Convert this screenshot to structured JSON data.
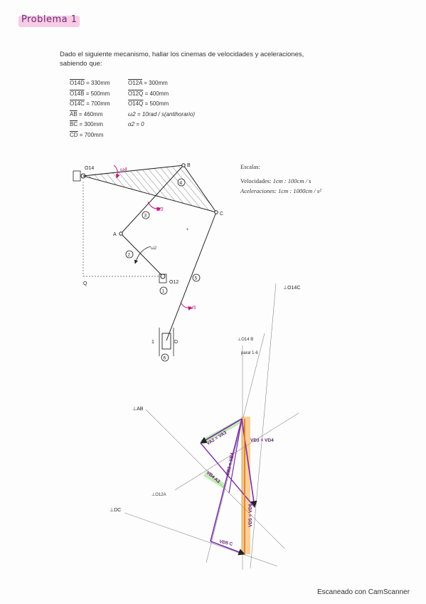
{
  "title": "Problema 1",
  "intro": "Dado el siguiente mecanismo, hallar los cinemas de velocidades y aceleraciones, sabiendo que:",
  "given_left": [
    {
      "name": "O14D",
      "value": "= 330mm"
    },
    {
      "name": "O14B",
      "value": "= 500mm"
    },
    {
      "name": "O14C",
      "value": "= 700mm"
    },
    {
      "name": "AB",
      "value": "= 460mm"
    },
    {
      "name": "BC",
      "value": "= 300mm"
    },
    {
      "name": "CD",
      "value": "= 700mm"
    }
  ],
  "given_right": [
    {
      "name": "O12A",
      "value": "= 300mm"
    },
    {
      "name": "O12Q",
      "value": "= 400mm"
    },
    {
      "name": "O14Q",
      "value": "= 500mm"
    },
    {
      "name": "ω2",
      "value": "= 10rad / s(antihorario)"
    },
    {
      "name": "α2",
      "value": "= 0"
    }
  ],
  "scales": {
    "heading": "Escalas:",
    "vel_label": "Velocidades:",
    "vel_value": "1cm : 100cm / s",
    "acc_label": "Aceleraciones:",
    "acc_value": "1cm : 1000cm / s²"
  },
  "mechanism": {
    "o14": "O14",
    "b": "B",
    "c": "C",
    "a": "A",
    "q": "Q",
    "o12": "O12",
    "d": "D",
    "one": "1",
    "w4": "ω4",
    "w3": "ω3",
    "w2": "ω2",
    "w5": "ω5",
    "links": [
      "1",
      "2",
      "3",
      "4",
      "5",
      "6"
    ]
  },
  "polygon": {
    "perp_o14c": "⊥O14C",
    "perp_o14b": "⊥O14 B",
    "paral": "paral 1-6",
    "perp_ab": "⊥AB",
    "perp_o12a": "⊥O12A",
    "perp_dc": "⊥DC",
    "v_a2_a3": "VA2 = VA3",
    "v_b3_b4": "VB3 = VB4",
    "v_d3_d4": "VD3 = VD4",
    "v_b4_a3": "VB4 A3",
    "v_d5_d6": "VD5 = VD6",
    "v_d5_c": "VD5 C"
  },
  "footer": "Escaneado con CamScanner",
  "colors": {
    "title": "#6a2a7a",
    "highlight_pink": "#f4b7d8",
    "purple_vec": "#7b2fa8",
    "green_hl": "#8fdc7a",
    "orange_hl": "#f7a23a",
    "magenta": "#c0187a"
  }
}
